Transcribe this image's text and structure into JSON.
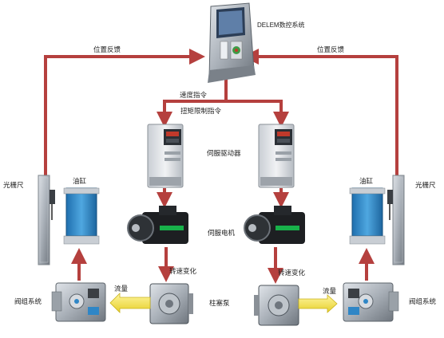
{
  "labels": {
    "controller": "DELEM数控系统",
    "feedback_left": "位置反馈",
    "feedback_right": "位置反馈",
    "speed_command": "速度指令",
    "torque_command": "扭矩限制指令",
    "servo_driver": "伺服驱动器",
    "servo_motor": "伺服电机",
    "scale_left": "光栅尺",
    "scale_right": "光栅尺",
    "cylinder_left": "油缸",
    "cylinder_right": "油缸",
    "speed_change_left": "转速变化",
    "speed_change_right": "转速变化",
    "piston_pump": "柱塞泵",
    "flow_left": "流量",
    "flow_right": "流量",
    "valve_left": "阀组系统",
    "valve_right": "阀组系统"
  },
  "colors": {
    "arrow": "#b5403e",
    "cylinder": "#2f86c6",
    "flow_arrow": "#f2e24c"
  }
}
